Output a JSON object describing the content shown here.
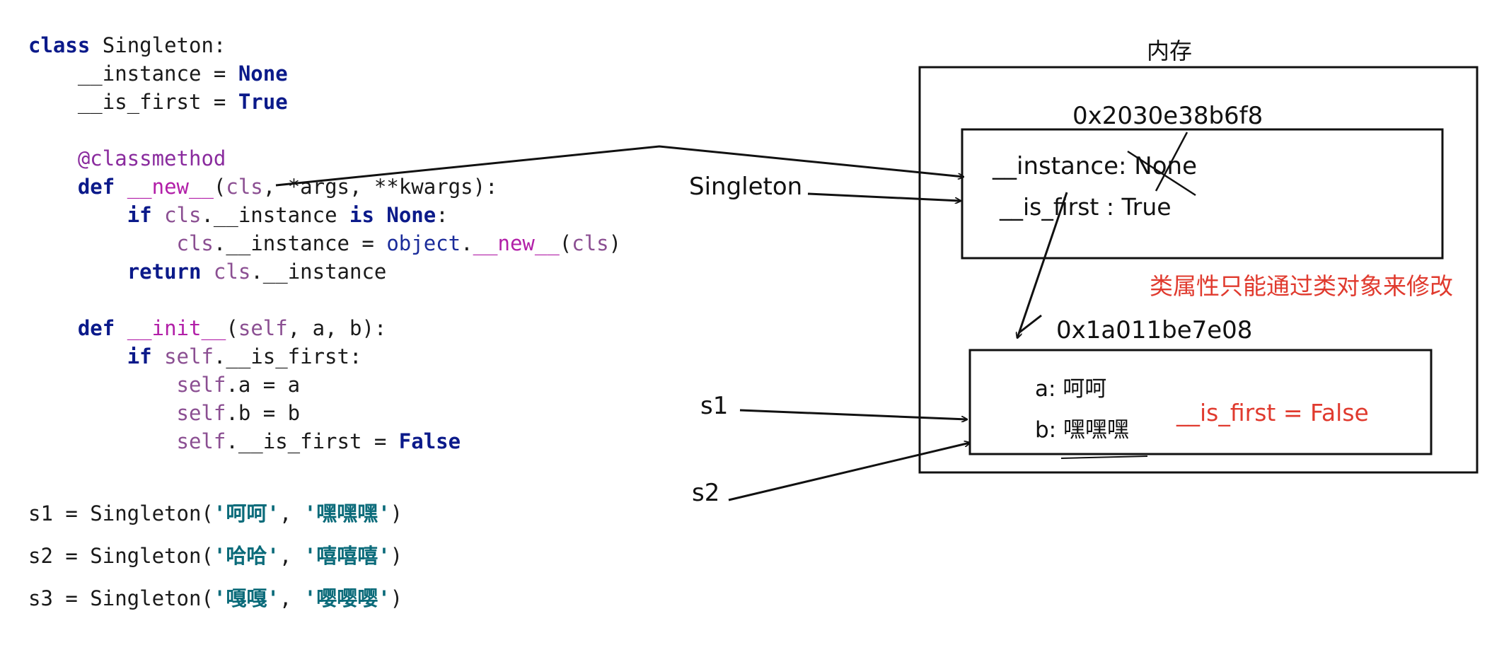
{
  "code": {
    "lines": [
      [
        {
          "t": "class",
          "c": "kw"
        },
        {
          "t": " Singleton:",
          "c": "plain"
        }
      ],
      [
        {
          "t": "    __instance = ",
          "c": "plain"
        },
        {
          "t": "None",
          "c": "kw"
        }
      ],
      [
        {
          "t": "    __is_first = ",
          "c": "plain"
        },
        {
          "t": "True",
          "c": "kw"
        }
      ],
      [],
      [
        {
          "t": "    ",
          "c": "plain"
        },
        {
          "t": "@classmethod",
          "c": "deco"
        }
      ],
      [
        {
          "t": "    ",
          "c": "plain"
        },
        {
          "t": "def",
          "c": "kw"
        },
        {
          "t": " ",
          "c": "plain"
        },
        {
          "t": "__new__",
          "c": "magic"
        },
        {
          "t": "(",
          "c": "plain"
        },
        {
          "t": "cls",
          "c": "selfc"
        },
        {
          "t": ", *args, **kwargs):",
          "c": "plain"
        }
      ],
      [
        {
          "t": "        ",
          "c": "plain"
        },
        {
          "t": "if",
          "c": "kw"
        },
        {
          "t": " ",
          "c": "plain"
        },
        {
          "t": "cls",
          "c": "selfc"
        },
        {
          "t": ".__instance ",
          "c": "plain"
        },
        {
          "t": "is",
          "c": "kw"
        },
        {
          "t": " ",
          "c": "plain"
        },
        {
          "t": "None",
          "c": "kw"
        },
        {
          "t": ":",
          "c": "plain"
        }
      ],
      [
        {
          "t": "            ",
          "c": "plain"
        },
        {
          "t": "cls",
          "c": "selfc"
        },
        {
          "t": ".__instance = ",
          "c": "plain"
        },
        {
          "t": "object",
          "c": "obj"
        },
        {
          "t": ".",
          "c": "plain"
        },
        {
          "t": "__new__",
          "c": "magic"
        },
        {
          "t": "(",
          "c": "plain"
        },
        {
          "t": "cls",
          "c": "selfc"
        },
        {
          "t": ")",
          "c": "plain"
        }
      ],
      [
        {
          "t": "        ",
          "c": "plain"
        },
        {
          "t": "return",
          "c": "kw"
        },
        {
          "t": " ",
          "c": "plain"
        },
        {
          "t": "cls",
          "c": "selfc"
        },
        {
          "t": ".__instance",
          "c": "plain"
        }
      ],
      [],
      [
        {
          "t": "    ",
          "c": "plain"
        },
        {
          "t": "def",
          "c": "kw"
        },
        {
          "t": " ",
          "c": "plain"
        },
        {
          "t": "__init__",
          "c": "magic"
        },
        {
          "t": "(",
          "c": "plain"
        },
        {
          "t": "self",
          "c": "selfc"
        },
        {
          "t": ", a, b):",
          "c": "plain"
        }
      ],
      [
        {
          "t": "        ",
          "c": "plain"
        },
        {
          "t": "if",
          "c": "kw"
        },
        {
          "t": " ",
          "c": "plain"
        },
        {
          "t": "self",
          "c": "selfc"
        },
        {
          "t": ".__is_first:",
          "c": "plain"
        }
      ],
      [
        {
          "t": "            ",
          "c": "plain"
        },
        {
          "t": "self",
          "c": "selfc"
        },
        {
          "t": ".a = a",
          "c": "plain"
        }
      ],
      [
        {
          "t": "            ",
          "c": "plain"
        },
        {
          "t": "self",
          "c": "selfc"
        },
        {
          "t": ".b = b",
          "c": "plain"
        }
      ],
      [
        {
          "t": "            ",
          "c": "plain"
        },
        {
          "t": "self",
          "c": "selfc"
        },
        {
          "t": ".__is_first = ",
          "c": "plain"
        },
        {
          "t": "False",
          "c": "kw"
        }
      ],
      [],
      [
        {
          "t": "s1 = Singleton(",
          "c": "plain"
        },
        {
          "t": "'呵呵'",
          "c": "str"
        },
        {
          "t": ", ",
          "c": "plain"
        },
        {
          "t": "'嘿嘿嘿'",
          "c": "str"
        },
        {
          "t": ")",
          "c": "plain"
        }
      ],
      [
        {
          "t": "s2 = Singleton(",
          "c": "plain"
        },
        {
          "t": "'哈哈'",
          "c": "str"
        },
        {
          "t": ", ",
          "c": "plain"
        },
        {
          "t": "'嘻嘻嘻'",
          "c": "str"
        },
        {
          "t": ")",
          "c": "plain"
        }
      ],
      [
        {
          "t": "s3 = Singleton(",
          "c": "plain"
        },
        {
          "t": "'嘎嘎'",
          "c": "str"
        },
        {
          "t": ", ",
          "c": "plain"
        },
        {
          "t": "'嘤嘤嘤'",
          "c": "str"
        },
        {
          "t": ")",
          "c": "plain"
        }
      ]
    ]
  },
  "diagram": {
    "memory_title": "内存",
    "class_address": "0x2030e38b6f8",
    "class_attr_instance": "__instance: None",
    "class_attr_is_first": "__is_first : True",
    "note": "类属性只能通过类对象来修改",
    "instance_address": "0x1a011be7e08",
    "instance_a": "a:  呵呵",
    "instance_b": "b:  嘿嘿嘿",
    "instance_is_first": "__is_first = False",
    "label_singleton": "Singleton",
    "label_s1": "s1",
    "label_s2": "s2"
  },
  "colors": {
    "keyword": "#0b1a8a",
    "decorator": "#8a2b9e",
    "magic": "#b21fa8",
    "self": "#8b4f92",
    "string": "#0b6b7a",
    "annotation_red": "#e03a2e",
    "stroke": "#111111"
  }
}
